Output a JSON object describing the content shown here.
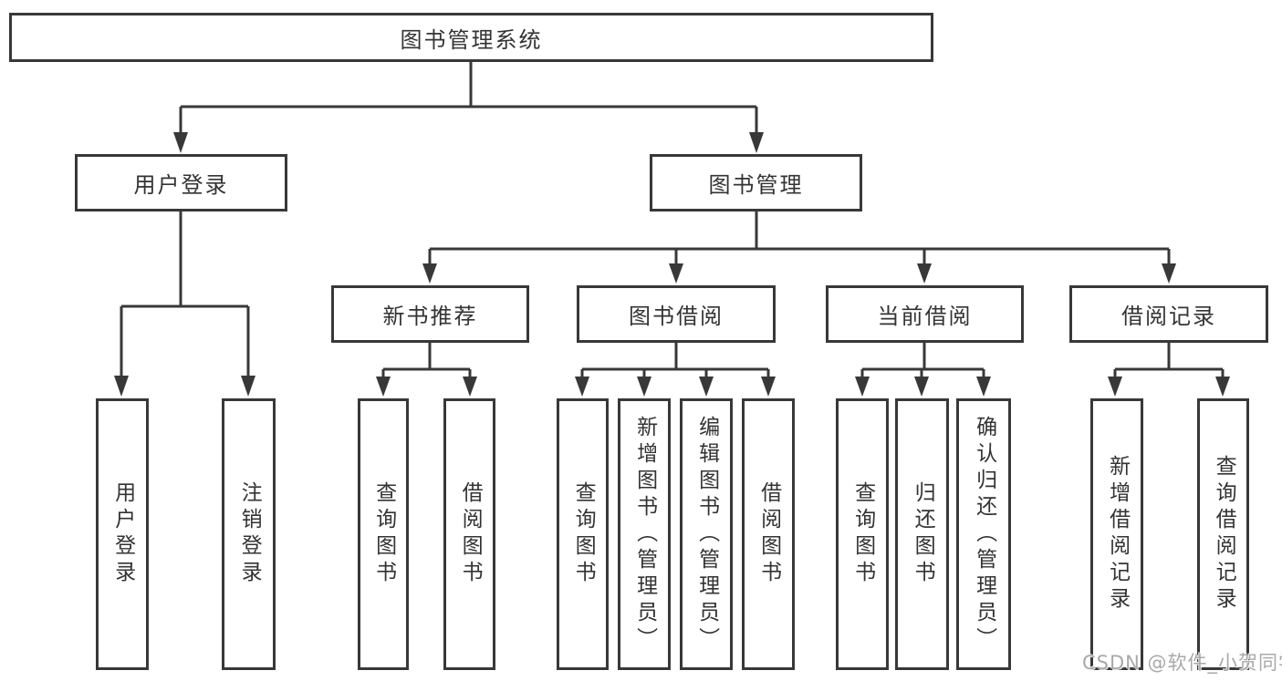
{
  "diagram": {
    "title": "图书管理系统",
    "nodes": {
      "root": {
        "label": "图书管理系统"
      },
      "user_login": {
        "label": "用户登录"
      },
      "book_mgmt": {
        "label": "图书管理"
      },
      "new_books": {
        "label": "新书推荐"
      },
      "book_borrow": {
        "label": "图书借阅"
      },
      "current_borrow": {
        "label": "当前借阅"
      },
      "borrow_records": {
        "label": "借阅记录"
      },
      "leaf_user_login": {
        "label": "用户登录"
      },
      "leaf_logout": {
        "label": "注销登录"
      },
      "leaf_nb_query": {
        "label": "查询图书"
      },
      "leaf_nb_borrow": {
        "label": "借阅图书"
      },
      "leaf_bb_query": {
        "label": "查询图书"
      },
      "leaf_bb_add": {
        "label": "新增图书（管理员）"
      },
      "leaf_bb_edit": {
        "label": "编辑图书（管理员）"
      },
      "leaf_bb_borrow": {
        "label": "借阅图书"
      },
      "leaf_cb_query": {
        "label": "查询图书"
      },
      "leaf_cb_return": {
        "label": "归还图书"
      },
      "leaf_cb_confirm": {
        "label": "确认归还（管理员）"
      },
      "leaf_br_add": {
        "label": "新增借阅记录"
      },
      "leaf_br_query": {
        "label": "查询借阅记录"
      }
    },
    "colors": {
      "line": "#383838",
      "text": "#333333",
      "background": "#ffffff",
      "watermark": "#a9a9a9"
    },
    "watermark": {
      "text": "CSDN @软件_小贺同学"
    }
  }
}
